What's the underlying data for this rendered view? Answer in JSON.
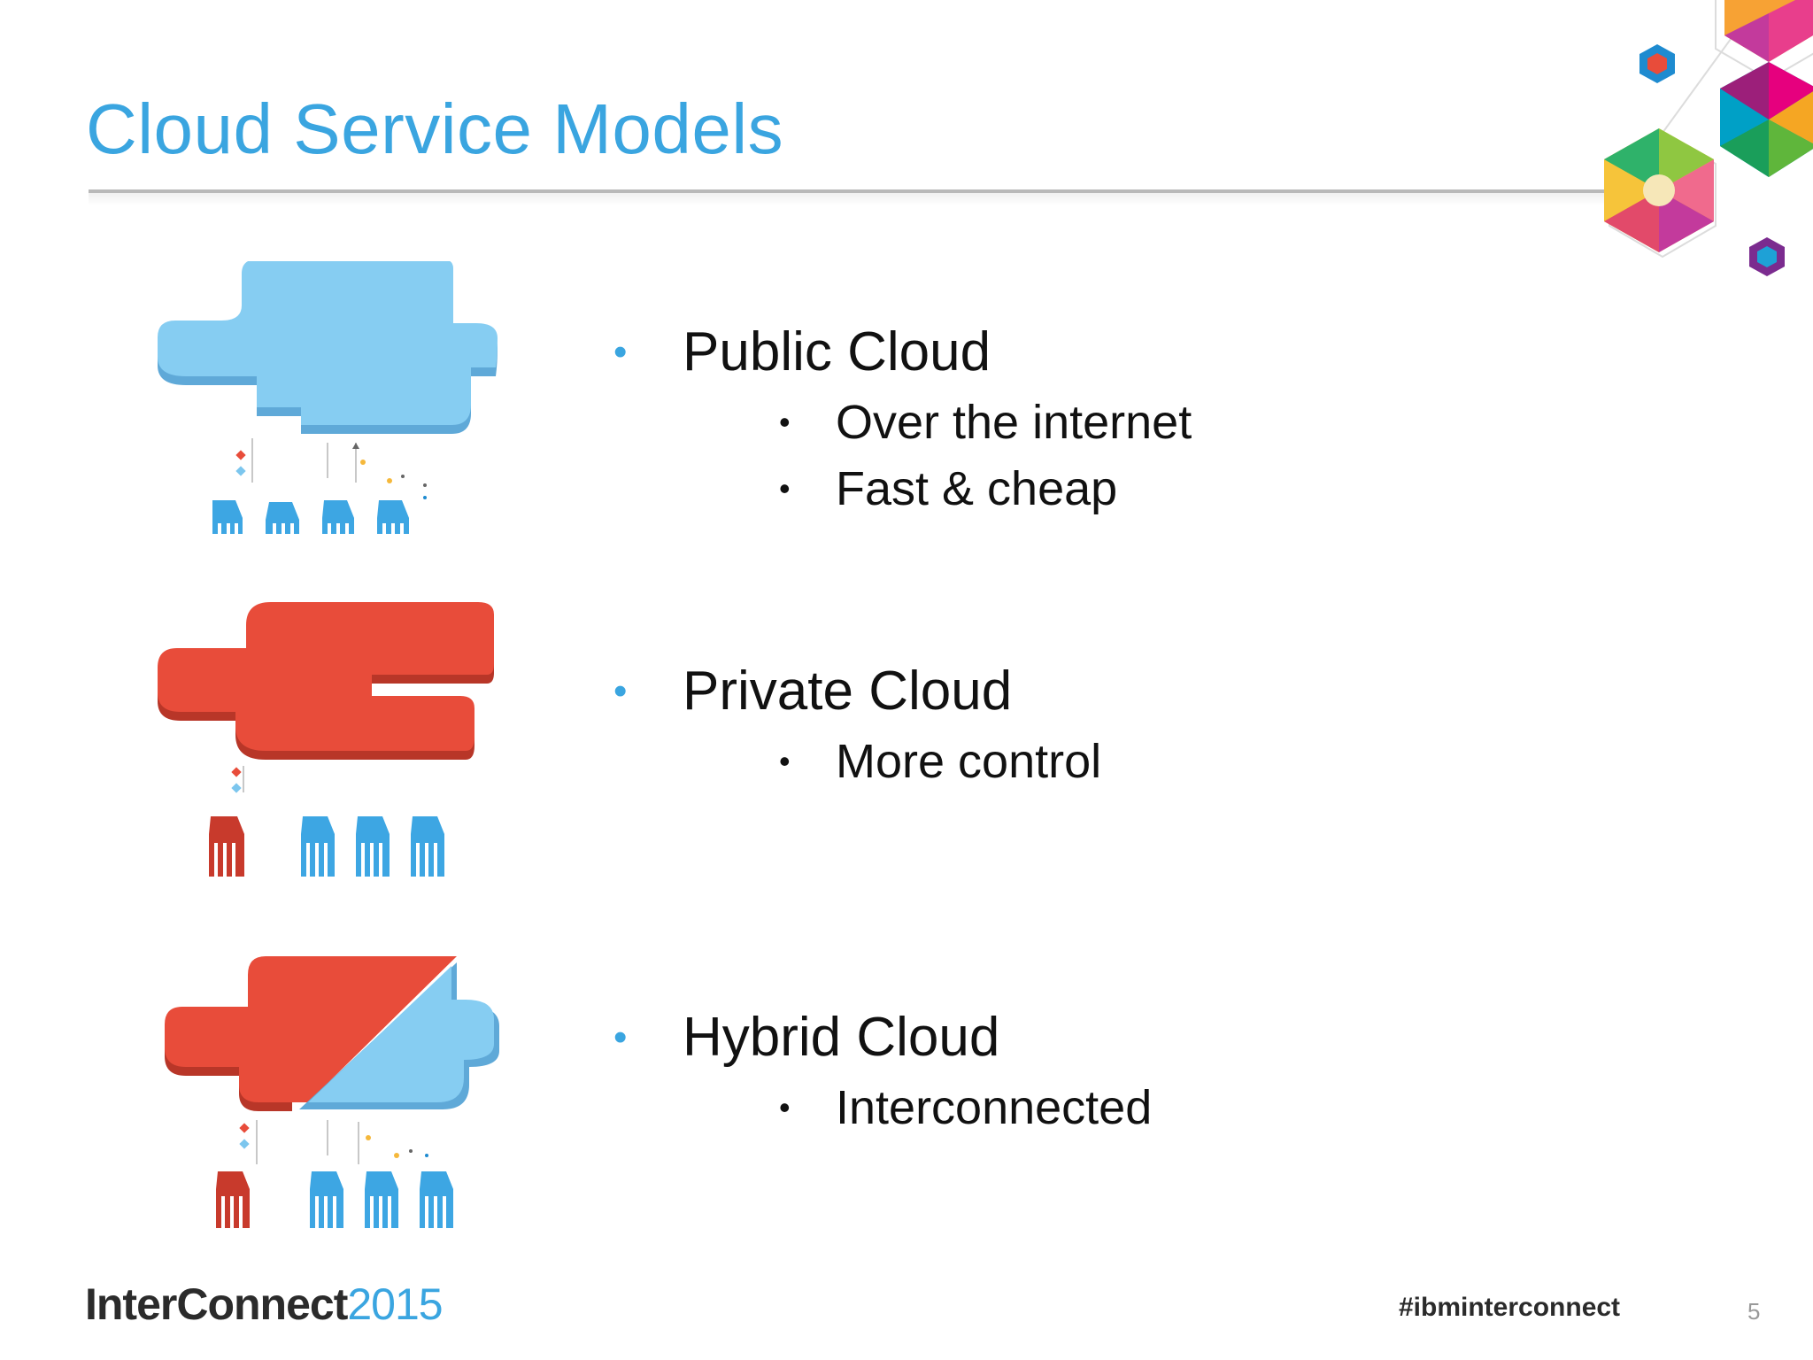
{
  "slide": {
    "title": "Cloud Service Models",
    "page_number": "5"
  },
  "colors": {
    "title_blue": "#3aa5e0",
    "cloud_blue": "#7cc6ee",
    "cloud_red": "#e84c3a",
    "rule_gray": "#b9b9b9"
  },
  "items": [
    {
      "label": "Public Cloud",
      "sub": [
        "Over the internet",
        "Fast & cheap"
      ],
      "icon": "public-cloud-illustration"
    },
    {
      "label": "Private Cloud",
      "sub": [
        "More control"
      ],
      "icon": "private-cloud-illustration"
    },
    {
      "label": "Hybrid Cloud",
      "sub": [
        "Interconnected"
      ],
      "icon": "hybrid-cloud-illustration"
    }
  ],
  "bullets": {
    "level1": "•",
    "level2": "•"
  },
  "footer": {
    "brand": "InterConnect",
    "year": "2015",
    "hashtag": "#ibminterconnect"
  }
}
